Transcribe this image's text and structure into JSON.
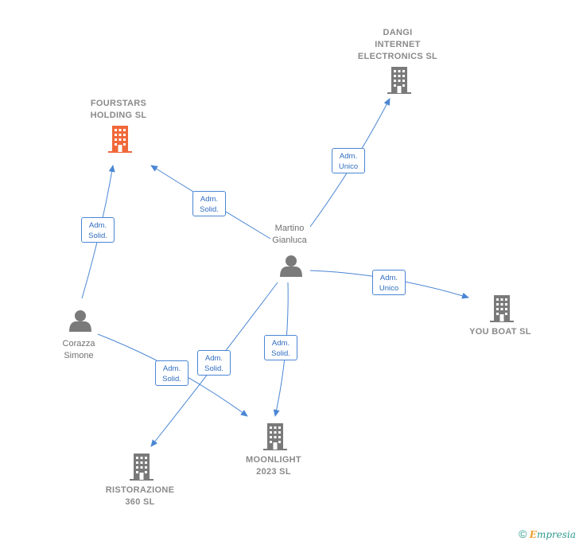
{
  "nodes": {
    "fourstars": {
      "label": "FOURSTARS\nHOLDING  SL",
      "color": "#f0683a"
    },
    "dangi": {
      "label": "DANGI\nINTERNET\nELECTRONICS SL",
      "color": "#7a7a7a"
    },
    "youboat": {
      "label": "YOU BOAT  SL",
      "color": "#7a7a7a"
    },
    "moonlight": {
      "label": "MOONLIGHT\n2023  SL",
      "color": "#7a7a7a"
    },
    "ristorazione": {
      "label": "RISTORAZIONE\n360  SL",
      "color": "#7a7a7a"
    },
    "martino": {
      "label": "Martino\nGianluca",
      "color": "#7a7a7a"
    },
    "corazza": {
      "label": "Corazza\nSimone",
      "color": "#7a7a7a"
    }
  },
  "edges": {
    "martino_fourstars": "Adm.\nSolid.",
    "martino_dangi": "Adm.\nUnico",
    "martino_youboat": "Adm.\nUnico",
    "martino_moonlight": "Adm.\nSolid.",
    "martino_ristorazione": "Adm.\nSolid.",
    "corazza_fourstars": "Adm.\nSolid.",
    "corazza_moonlight": "Adm.\nSolid."
  },
  "edge_color": "#4a86d4",
  "footer": {
    "copyright": "©",
    "brand_first": "E",
    "brand_rest": "mpresia"
  }
}
